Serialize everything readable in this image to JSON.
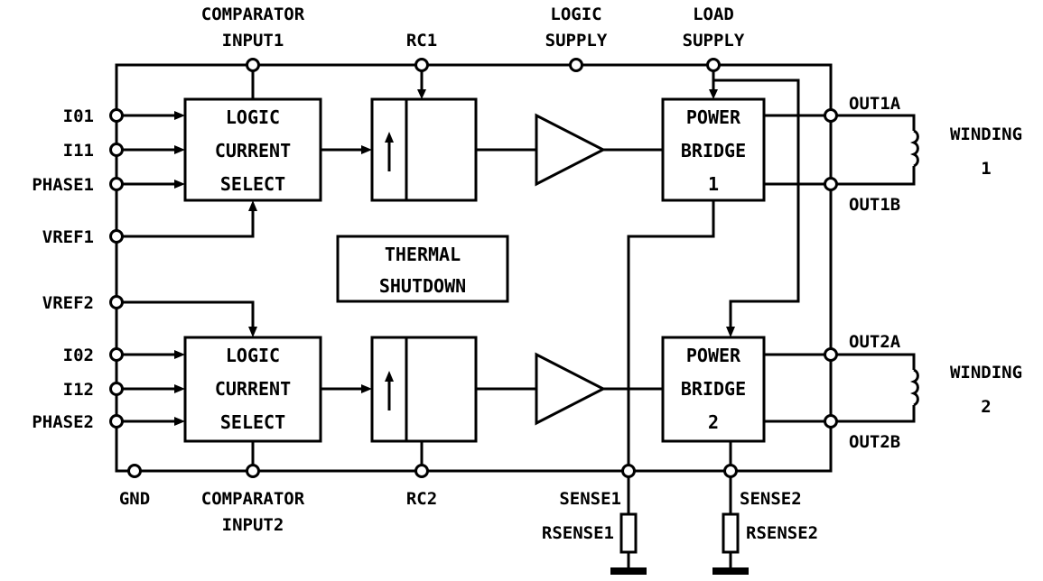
{
  "pins": {
    "comparator_input1": [
      "COMPARATOR",
      "INPUT1"
    ],
    "rc1": "RC1",
    "logic_supply": [
      "LOGIC",
      "SUPPLY"
    ],
    "load_supply": [
      "LOAD",
      "SUPPLY"
    ],
    "i01": "I01",
    "i11": "I11",
    "phase1": "PHASE1",
    "vref1": "VREF1",
    "vref2": "VREF2",
    "i02": "I02",
    "i12": "I12",
    "phase2": "PHASE2",
    "gnd": "GND",
    "comparator_input2": [
      "COMPARATOR",
      "INPUT2"
    ],
    "rc2": "RC2",
    "sense1": "SENSE1",
    "sense2": "SENSE2",
    "out1a": "OUT1A",
    "out1b": "OUT1B",
    "out2a": "OUT2A",
    "out2b": "OUT2B"
  },
  "blocks": {
    "logic1": [
      "LOGIC",
      "CURRENT",
      "SELECT"
    ],
    "logic2": [
      "LOGIC",
      "CURRENT",
      "SELECT"
    ],
    "power1": [
      "POWER",
      "BRIDGE",
      "1"
    ],
    "power2": [
      "POWER",
      "BRIDGE",
      "2"
    ],
    "thermal": [
      "THERMAL",
      "SHUTDOWN"
    ]
  },
  "external": {
    "winding1": [
      "WINDING",
      "1"
    ],
    "winding2": [
      "WINDING",
      "2"
    ],
    "rsense1": "RSENSE1",
    "rsense2": "RSENSE2"
  }
}
